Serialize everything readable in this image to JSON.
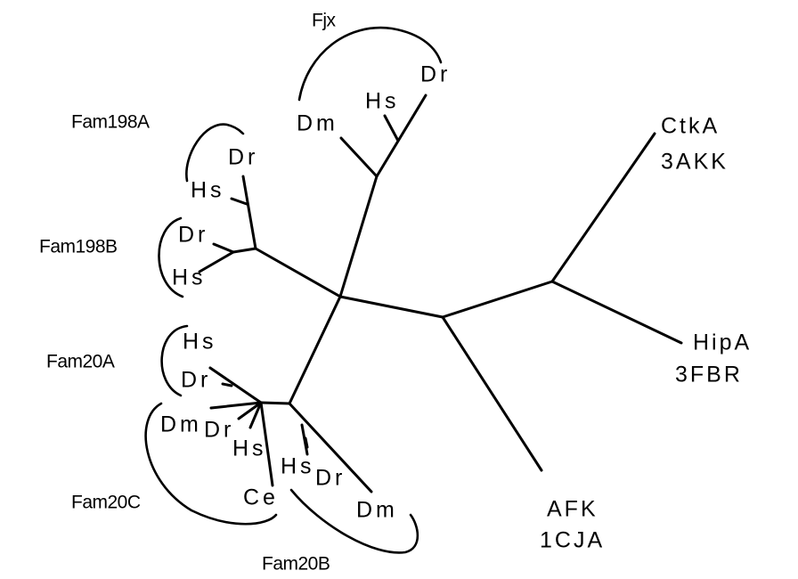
{
  "families": {
    "fjx": {
      "name": "Fjx",
      "leaves": [
        "Dm",
        "Hs",
        "Dr"
      ]
    },
    "fam198a": {
      "name": "Fam198A",
      "leaves": [
        "Dr",
        "Hs"
      ]
    },
    "fam198b": {
      "name": "Fam198B",
      "leaves": [
        "Dr",
        "Hs"
      ]
    },
    "fam20a": {
      "name": "Fam20A",
      "leaves": [
        "Hs",
        "Dr"
      ]
    },
    "fam20c": {
      "name": "Fam20C",
      "leaves": [
        "Dm",
        "Dr",
        "Hs",
        "Ce"
      ]
    },
    "fam20b": {
      "name": "Fam20B",
      "leaves": [
        "Hs",
        "Dr",
        "Dm"
      ]
    }
  },
  "outgroups": {
    "ctka": {
      "name": "CtkA",
      "pdb": "3AKK"
    },
    "hipa": {
      "name": "HipA",
      "pdb": "3FBR"
    },
    "afk": {
      "name": "AFK",
      "pdb": "1CJA"
    }
  }
}
